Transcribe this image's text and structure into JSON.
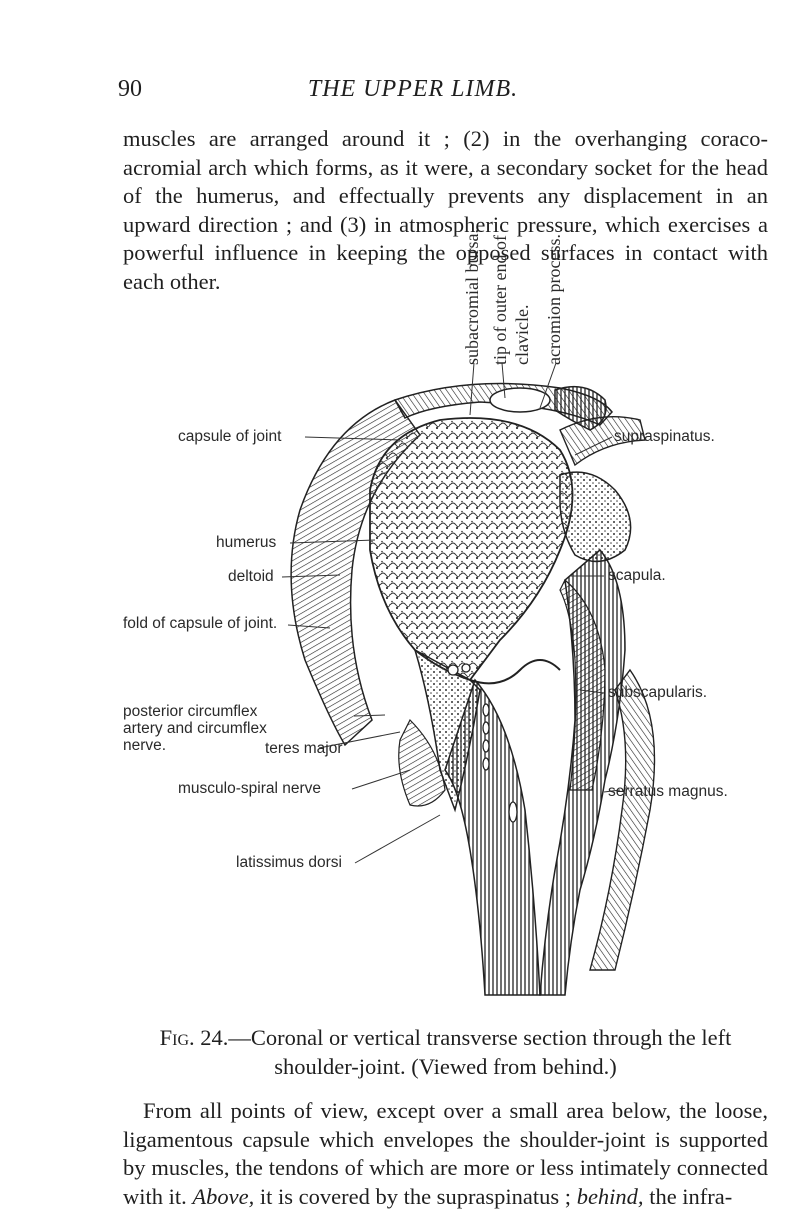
{
  "header": {
    "page_number": "90",
    "running_title": "THE UPPER LIMB."
  },
  "paragraphs": {
    "intro": "muscles are arranged around it ; (2) in the overhanging coraco-acromial arch which forms, as it were, a secondary socket for the head of the humerus, and effectually prevents any displacement in an upward direction ; and (3) in atmospheric pressure, which exercises a powerful influence in keeping the opposed surfaces in contact with each other.",
    "closing_a": "From all points of view, except over a small area below, the loose, ligamentous capsule which envelopes the shoulder-joint is supported by muscles, the tendons of which are more or less intimately connected with it. ",
    "closing_above": "Above,",
    "closing_b": " it is covered by the supraspinatus ; ",
    "closing_behind": "behind,",
    "closing_c": " the infra-"
  },
  "figure": {
    "labels": {
      "subacromial_bursa": "subacromial bursa.",
      "clavicle_line1": "tip of outer end of",
      "clavicle_line2": "clavicle.",
      "acromion": "acromion process.",
      "capsule_of_joint": "capsule of joint",
      "supraspinatus": "supraspinatus.",
      "humerus": "humerus",
      "deltoid": "deltoid",
      "scapula": "scapula.",
      "fold_of_capsule": "fold of capsule of joint.",
      "subscapularis": "subscapularis.",
      "posterior_circumflex": "posterior circumflex artery and circumflex nerve.",
      "teres_major": "teres major",
      "musculo_spiral": "musculo-spiral nerve",
      "serratus_magnus": "serratus magnus.",
      "latissimus_dorsi": "latissimus dorsi"
    },
    "caption": {
      "fig_label": "Fig. 24.",
      "text": "—Coronal or vertical transverse section through the left shoulder-joint. (Viewed from behind.)"
    },
    "ink_color": "#222222"
  }
}
